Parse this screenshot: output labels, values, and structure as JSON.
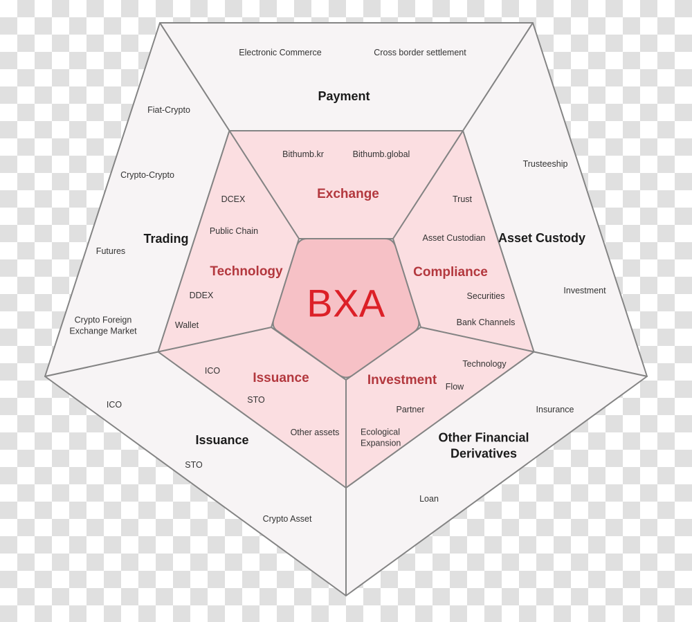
{
  "diagram": {
    "center_label": "BXA",
    "outer_ring": {
      "payment": {
        "title": "Payment",
        "items": [
          "Electronic Commerce",
          "Cross border settlement"
        ]
      },
      "trading": {
        "title": "Trading",
        "items": [
          "Fiat-Crypto",
          "Crypto-Crypto",
          "Futures",
          "Crypto Foreign Exchange Market"
        ]
      },
      "asset_custody": {
        "title": "Asset Custody",
        "items": [
          "Trusteeship",
          "Investment"
        ]
      },
      "issuance": {
        "title": "Issuance",
        "items": [
          "ICO",
          "STO",
          "Crypto Asset"
        ]
      },
      "other_financial_derivatives": {
        "title": "Other Financial Derivatives",
        "items": [
          "Insurance",
          "Loan"
        ]
      }
    },
    "middle_ring": {
      "exchange": {
        "title": "Exchange",
        "items": [
          "Bithumb.kr",
          "Bithumb.global"
        ]
      },
      "technology": {
        "title": "Technology",
        "items": [
          "DCEX",
          "Public Chain",
          "DDEX",
          "Wallet"
        ]
      },
      "compliance": {
        "title": "Compliance",
        "items": [
          "Trust",
          "Asset Custodian",
          "Securities",
          "Bank Channels"
        ]
      },
      "issuance": {
        "title": "Issuance",
        "items": [
          "ICO",
          "STO",
          "Other assets"
        ]
      },
      "investment": {
        "title": "Investment",
        "items": [
          "Technology",
          "Flow",
          "Partner",
          "Ecological Expansion"
        ]
      }
    },
    "colors": {
      "outer_fill": "#f7f4f5",
      "middle_fill": "#fbdee1",
      "center_fill": "#f6c1c6",
      "border": "#848484",
      "red_title": "#b3383e",
      "center_red": "#dc2027",
      "label_text": "#333333",
      "heading_text": "#1b1b1b",
      "checker_gray": "#e0e0e0"
    }
  }
}
